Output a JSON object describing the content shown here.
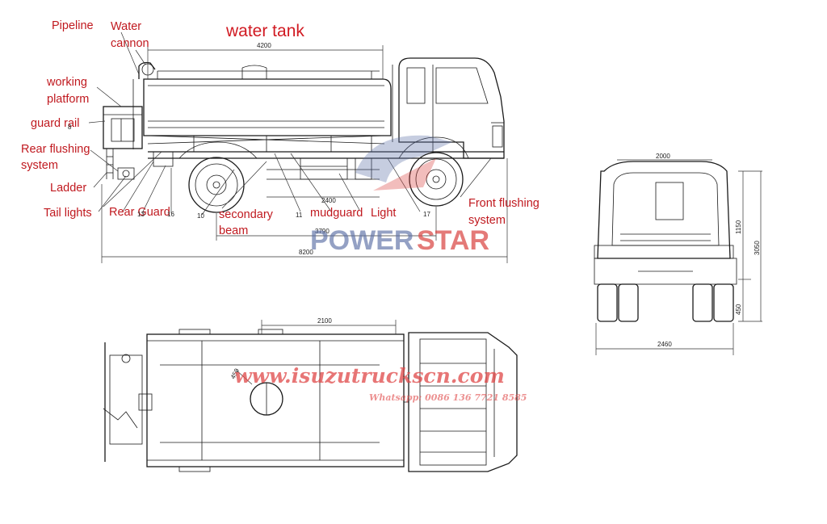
{
  "title": "water tank",
  "labels": {
    "pipeline": "Pipeline",
    "water_cannon_1": "Water",
    "water_cannon_2": "cannon",
    "working_platform_1": "working",
    "working_platform_2": "platform",
    "guard_rail": "guard rail",
    "rear_flushing_1": "Rear flushing",
    "rear_flushing_2": "system",
    "ladder": "Ladder",
    "tail_lights": "Tail lights",
    "rear_guard": "Rear Guard",
    "secondary_beam_1": "secondary",
    "secondary_beam_2": "beam",
    "mudguard": "mudguard",
    "light": "Light",
    "front_flushing_1": "Front flushing",
    "front_flushing_2": "system"
  },
  "part_numbers": [
    "8",
    "13",
    "15",
    "16",
    "10",
    "11",
    "17"
  ],
  "dimensions": {
    "tank_length": "4200",
    "mid_span": "2400",
    "wheelbase": "3790",
    "overall_length": "8200",
    "rear_width_top": "2000",
    "rear_height_upper": "1150",
    "overall_height": "3050",
    "rear_height_lower": "450",
    "overall_width": "2460",
    "top_view_length": "2100",
    "manhole": "450"
  },
  "watermarks": {
    "brand_a": "POWER",
    "brand_b": "STAR",
    "url": "www.isuzutruckscn.com",
    "whatsapp": "Whatsapp: 0086 136 7721 8585"
  },
  "colors": {
    "label_red": "#c0191f",
    "line": "#1a1a1a",
    "brand_blue": "#5b6fa6",
    "brand_red": "#d9423f"
  }
}
